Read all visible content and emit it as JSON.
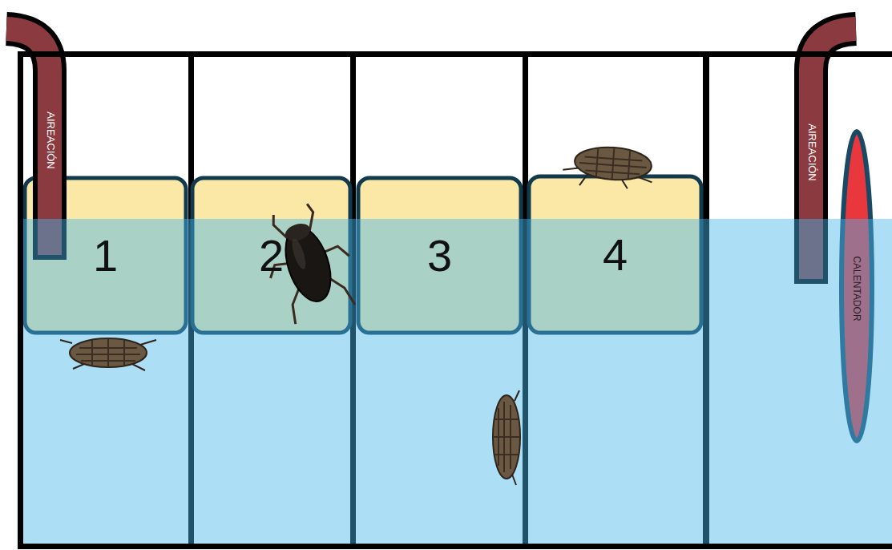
{
  "diagram": {
    "nodes": [
      {
        "text": [
          "AIREACIÓN"
        ]
      },
      {
        "text": [
          "1"
        ]
      },
      {
        "text": [
          "2"
        ]
      },
      {
        "text": [
          "3"
        ]
      },
      {
        "text": [
          "4"
        ]
      },
      {
        "text": [
          "AIREACIÓN"
        ]
      },
      {
        "text": [
          "CALENTADOR"
        ]
      }
    ]
  }
}
